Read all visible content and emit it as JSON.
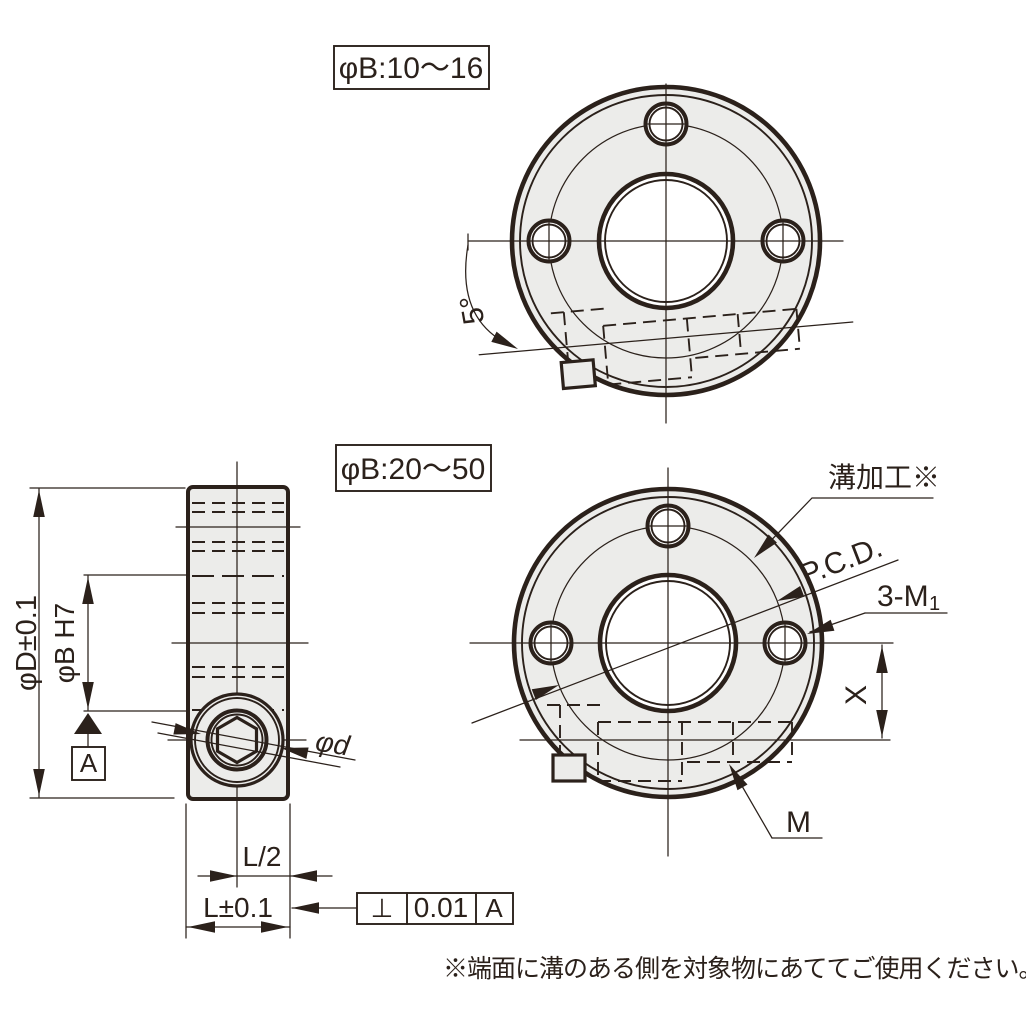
{
  "colors": {
    "line": "#2b211b",
    "fill_gray": "#ececea",
    "background": "#ffffff"
  },
  "variant_labels": {
    "small_bore": "φB:10〜16",
    "large_bore": "φB:20〜50"
  },
  "front_view_small": {
    "angle_label": "5°"
  },
  "front_view_large": {
    "groove_label": "溝加工※",
    "pcd_label": "P.C.D.",
    "thread_label_prefix": "3-M",
    "thread_label_sub": "1",
    "x_dim_label": "X",
    "m_dim_label": "M"
  },
  "side_view": {
    "outer_dia_label": "φD±0.1",
    "bore_dia_label": "φB H7",
    "datum_label": "A",
    "screw_dia_label": "φd",
    "half_length_label": "L/2",
    "length_label": "L±0.1"
  },
  "tolerance_frame": {
    "symbol": "⊥",
    "value": "0.01",
    "datum": "A"
  },
  "note": "※端面に溝のある側を対象物にあててご使用ください。"
}
